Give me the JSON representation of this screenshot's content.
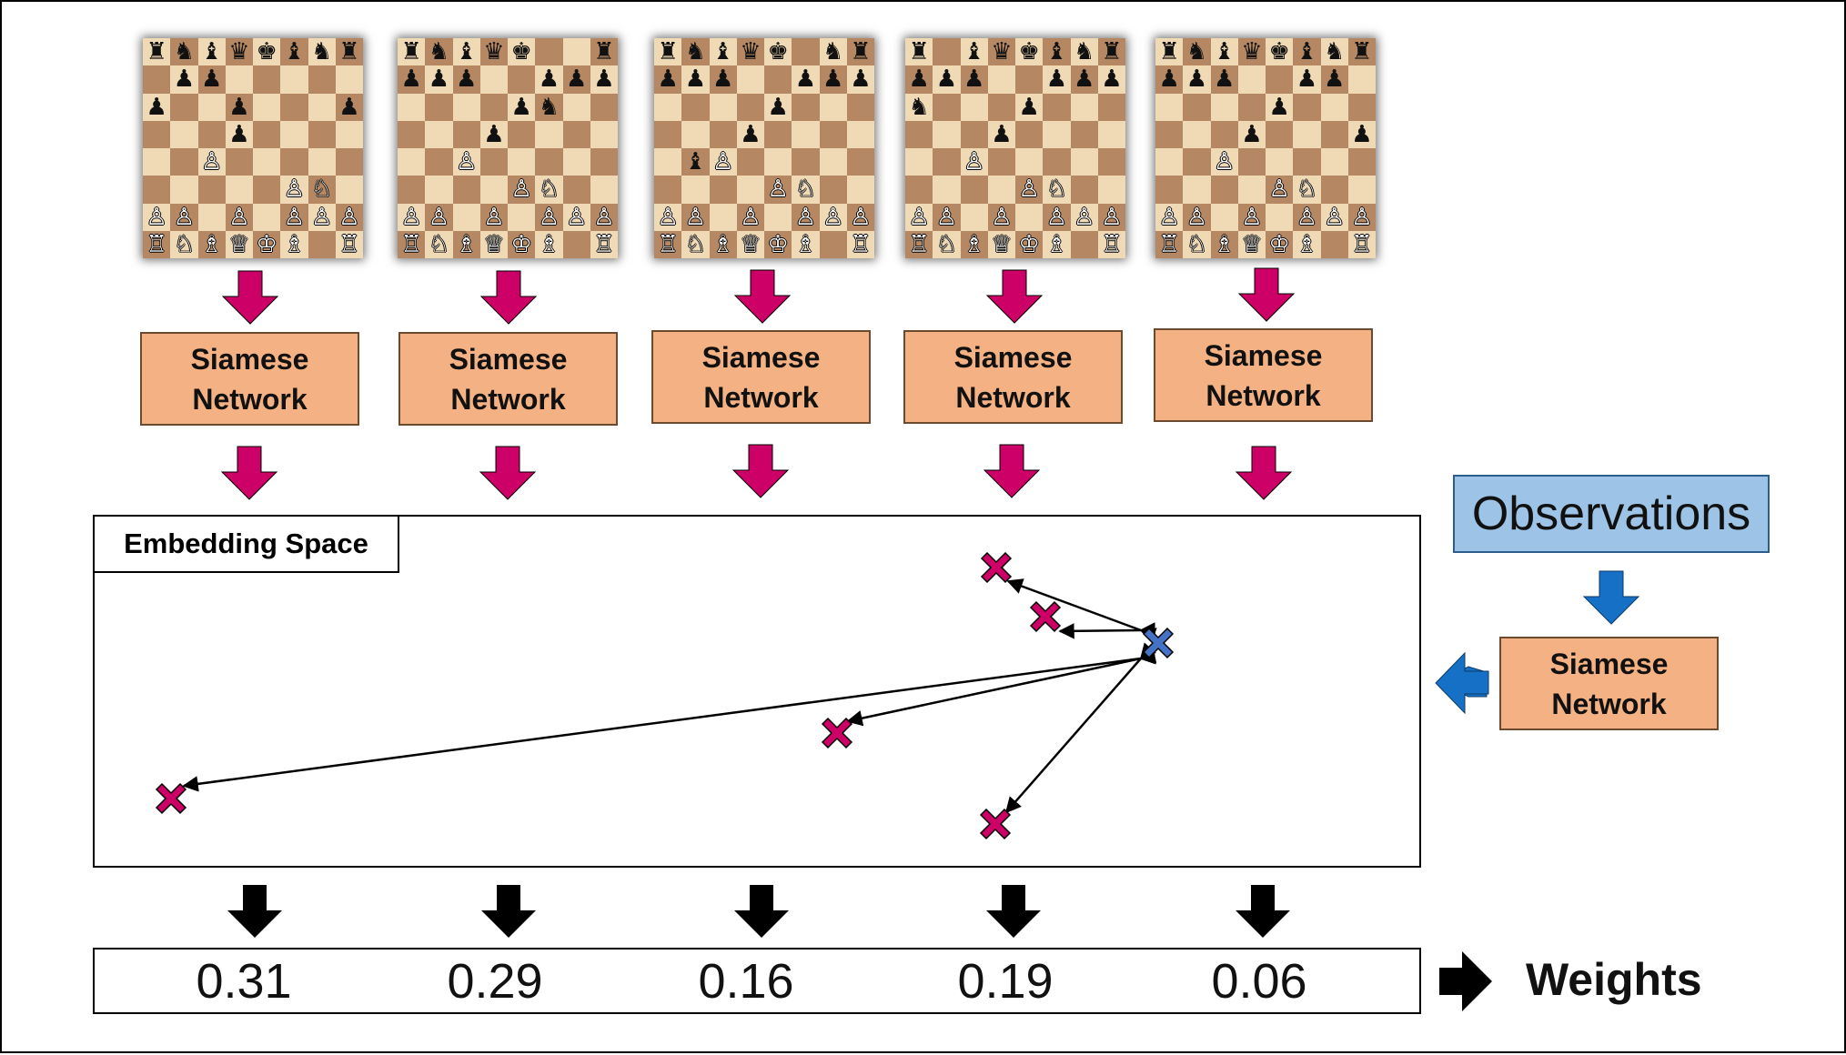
{
  "boards": [
    {
      "ranks": [
        "♜♞♝♛♚♝♞♜",
        " ♟♟     ",
        "♟  ♟   ♟",
        "   ♟    ",
        "  ♙     ",
        "     ♙♘ ",
        "♙♙ ♙ ♙♙♙",
        "♖♘♗♕♔♗ ♖"
      ]
    },
    {
      "ranks": [
        "♜♞♝♛♚  ♜",
        "♟♟♟  ♟♟♟",
        "    ♟♞  ",
        "   ♟    ",
        "  ♙     ",
        "    ♙♘  ",
        "♙♙ ♙ ♙♙♙",
        "♖♘♗♕♔♗ ♖"
      ]
    },
    {
      "ranks": [
        "♜♞♝♛♚ ♞♜",
        "♟♟♟  ♟♟♟",
        "    ♟   ",
        "   ♟    ",
        " ♝♙     ",
        "    ♙♘  ",
        "♙♙ ♙ ♙♙♙",
        "♖♘♗♕♔♗ ♖"
      ]
    },
    {
      "ranks": [
        "♜ ♝♛♚♝♞♜",
        "♟♟♟  ♟♟♟",
        "♞   ♟   ",
        "   ♟    ",
        "  ♙     ",
        "    ♙♘  ",
        "♙♙ ♙ ♙♙♙",
        "♖♘♗♕♔♗ ♖"
      ]
    },
    {
      "ranks": [
        "♜♞♝♛♚♝♞♜",
        "♟♟♟  ♟♟ ",
        "    ♟   ",
        "   ♟   ♟",
        "  ♙     ",
        "    ♙♘  ",
        "♙♙ ♙ ♙♙♙",
        "♖♘♗♕♔♗ ♖"
      ]
    }
  ],
  "network": {
    "line1": "Siamese",
    "line2": "Network"
  },
  "embedding_space": {
    "label": "Embedding Space"
  },
  "observations": {
    "label": "Observations"
  },
  "weights": {
    "values": [
      "0.31",
      "0.29",
      "0.16",
      "0.19",
      "0.06"
    ],
    "label": "Weights"
  },
  "colors": {
    "candidate_marker": "#cc0066",
    "observation_marker": "#4472c4",
    "network_box": "#f4b183",
    "observations_box": "#9dc3e6",
    "arrow_magenta": "#cc0066",
    "arrow_blue": "#1570c6"
  }
}
